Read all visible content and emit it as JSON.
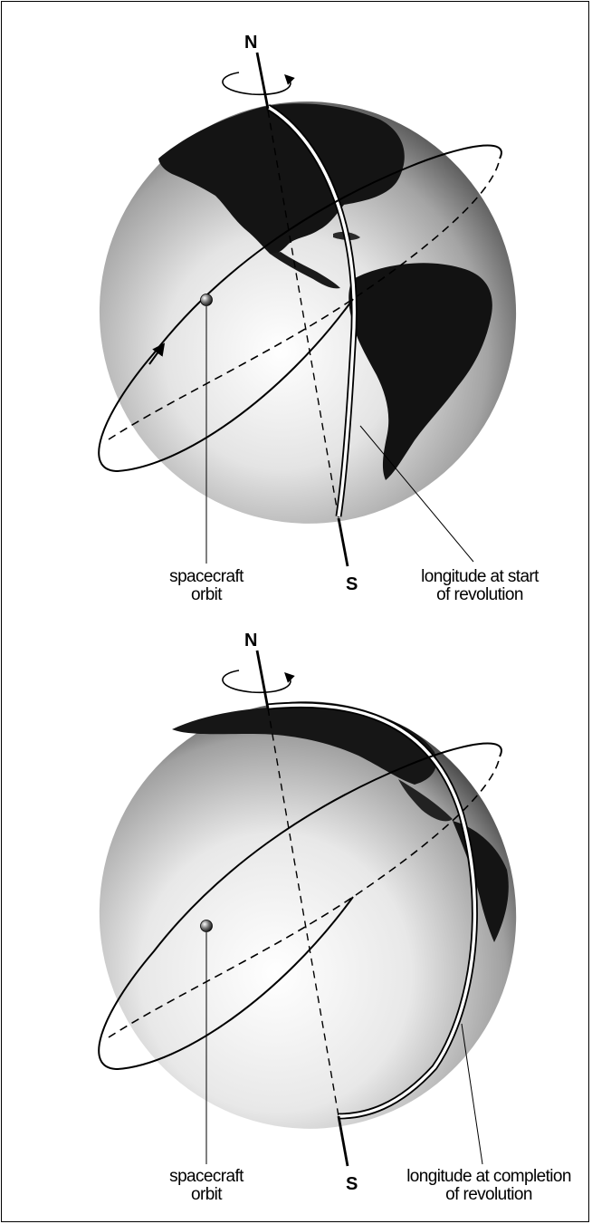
{
  "panels": [
    {
      "north_label": "N",
      "south_label": "S",
      "orbit_label": [
        "spacecraft",
        "orbit"
      ],
      "longitude_label": [
        "longitude at start",
        "of revolution"
      ]
    },
    {
      "north_label": "N",
      "south_label": "S",
      "orbit_label": [
        "spacecraft",
        "orbit"
      ],
      "longitude_label": [
        "longitude at completion",
        "of revolution"
      ]
    }
  ]
}
